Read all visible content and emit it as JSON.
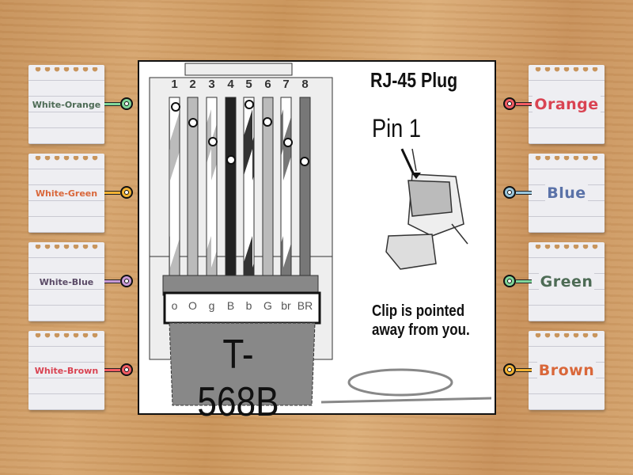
{
  "left_labels": [
    {
      "text": "White-Orange",
      "color": "#4d6b55",
      "connector": "#7fd69a"
    },
    {
      "text": "White-Green",
      "color": "#d9673a",
      "connector": "#f2b233"
    },
    {
      "text": "White-Blue",
      "color": "#5a4a66",
      "connector": "#c89ad6"
    },
    {
      "text": "White-Brown",
      "color": "#d94352",
      "connector": "#f25c63"
    }
  ],
  "right_labels": [
    {
      "text": "Orange",
      "color": "#d94352",
      "connector": "#f25c63"
    },
    {
      "text": "Blue",
      "color": "#5a72a8",
      "connector": "#9ac6dc"
    },
    {
      "text": "Green",
      "color": "#4d6b55",
      "connector": "#7fd69a"
    },
    {
      "text": "Brown",
      "color": "#d9673a",
      "connector": "#f2b233"
    }
  ],
  "diagram": {
    "pin_numbers": [
      "1",
      "2",
      "3",
      "4",
      "5",
      "6",
      "7",
      "8"
    ],
    "wire_codes": [
      "o",
      "O",
      "g",
      "B",
      "b",
      "G",
      "br",
      "BR"
    ],
    "standard": "T-568B",
    "title": "RJ-45 Plug",
    "pin_label": "Pin 1",
    "note_line1": "Clip is pointed",
    "note_line2": "away from you."
  }
}
